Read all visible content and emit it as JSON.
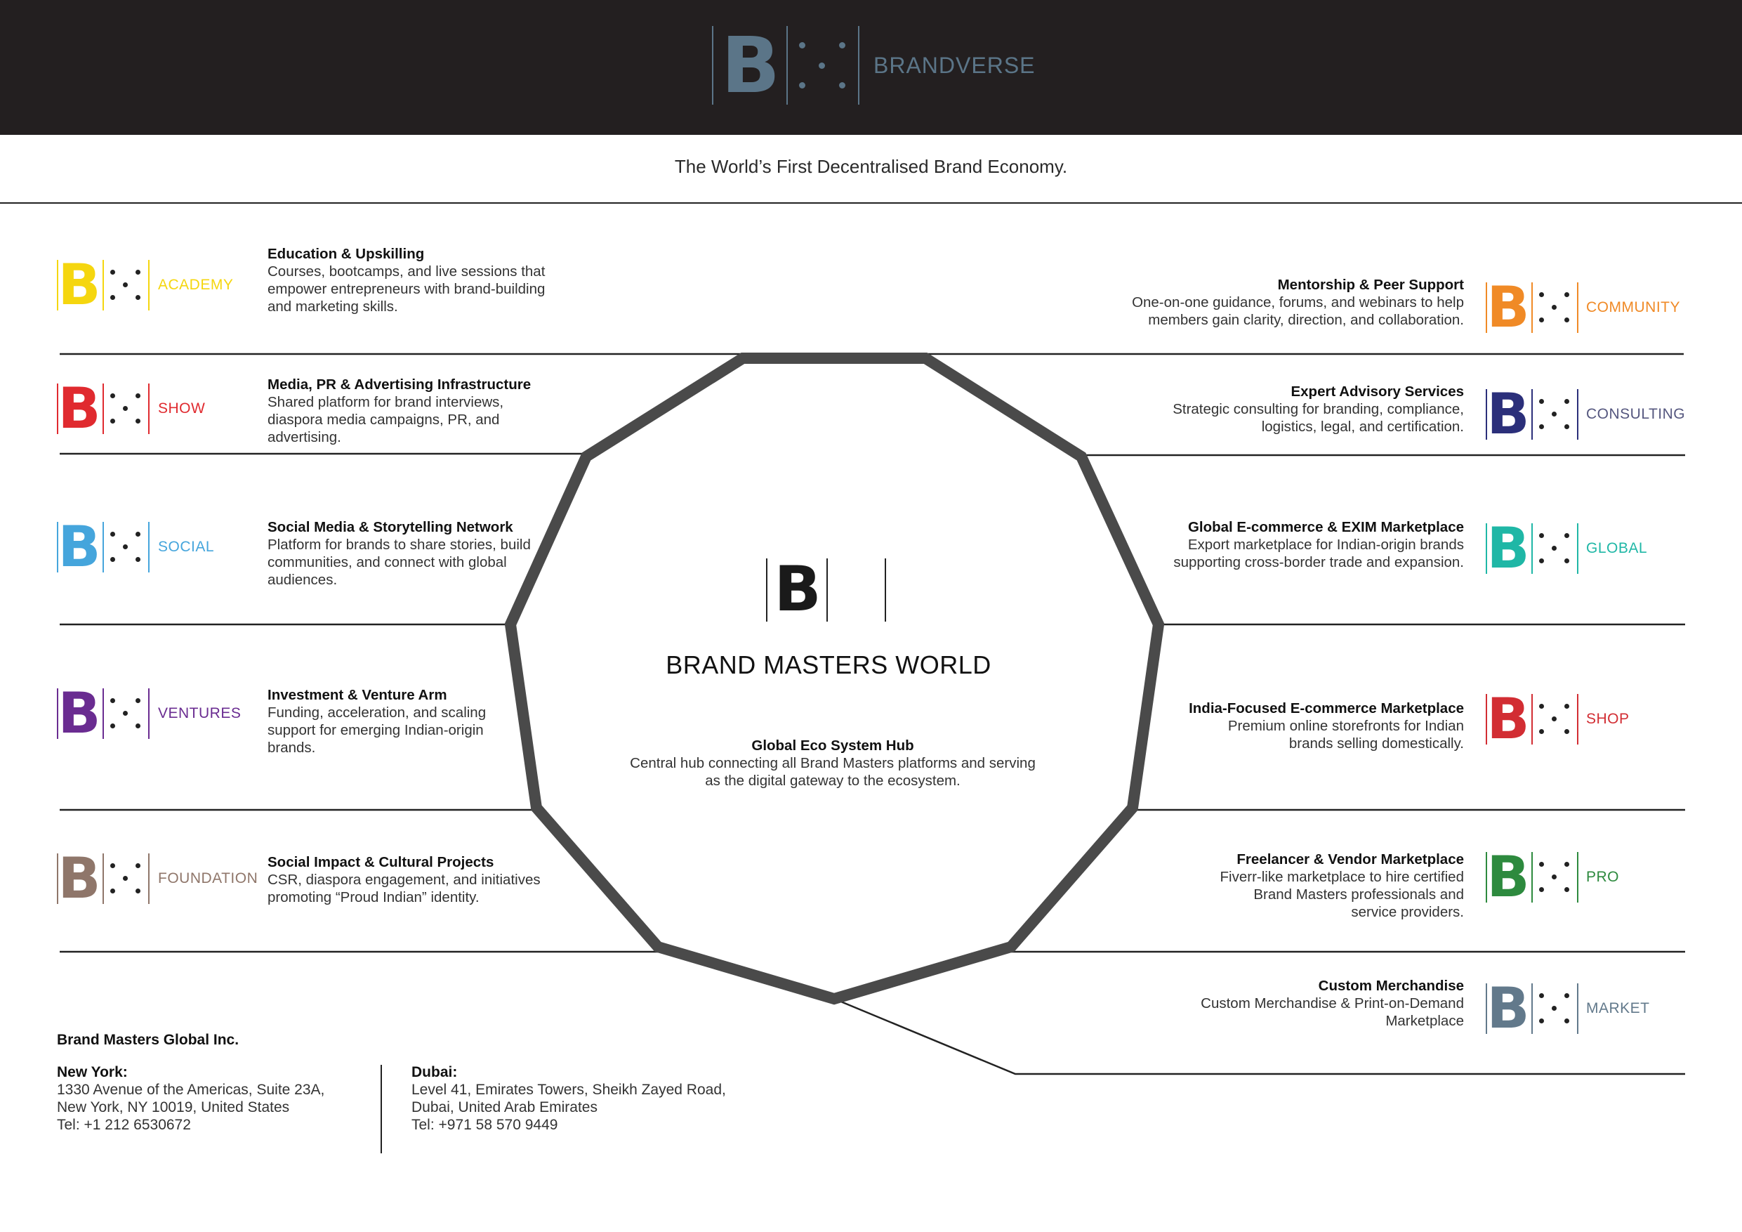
{
  "header": {
    "brand_letter": "B",
    "brand_name": "BRANDVERSE",
    "brand_color": "#5b7588"
  },
  "tagline": "The World’s First Decentralised Brand Economy.",
  "center": {
    "letter": "B",
    "title": "BRAND MASTERS WORLD",
    "hub_title": "Global Eco System Hub",
    "hub_desc": "Central hub connecting all Brand Masters platforms and serving as the digital gateway to the ecosystem."
  },
  "left_units": [
    {
      "key": "academy",
      "name": "ACADEMY",
      "color": "#f5d60f",
      "title": "Education & Upskilling",
      "desc": "Courses, bootcamps, and live sessions that empower entrepreneurs with brand-building and marketing skills."
    },
    {
      "key": "show",
      "name": "SHOW",
      "color": "#e02a2f",
      "title": "Media, PR & Advertising Infrastructure",
      "desc": "Shared platform for brand interviews, diaspora media campaigns, PR, and advertising."
    },
    {
      "key": "social",
      "name": "SOCIAL",
      "color": "#45a5dc",
      "title": "Social Media & Storytelling Network",
      "desc": "Platform for brands to share stories, build communities, and connect with global audiences."
    },
    {
      "key": "ventures",
      "name": "VENTURES",
      "color": "#6a2c91",
      "title": "Investment & Venture Arm",
      "desc": "Funding, acceleration, and scaling support for emerging Indian-origin brands."
    },
    {
      "key": "foundation",
      "name": "FOUNDATION",
      "color": "#8f766a",
      "title": "Social Impact & Cultural Projects",
      "desc": "CSR, diaspora engagement, and initiatives promoting “Proud Indian” identity."
    }
  ],
  "right_units": [
    {
      "key": "community",
      "name": "COMMUNITY",
      "color": "#f08a26",
      "title": "Mentorship & Peer Support",
      "desc": "One-on-one guidance, forums, and webinars to help members gain clarity, direction, and collaboration."
    },
    {
      "key": "consulting",
      "name": "CONSULTING",
      "color": "#2b2f7a",
      "title": "Expert Advisory Services",
      "desc": "Strategic consulting for branding, compliance, logistics, legal, and certification."
    },
    {
      "key": "global",
      "name": "GLOBAL",
      "color": "#1fb7a6",
      "title": "Global E-commerce & EXIM Marketplace",
      "desc": "Export marketplace for Indian-origin brands supporting cross-border trade and expansion."
    },
    {
      "key": "shop",
      "name": "SHOP",
      "color": "#d22d33",
      "title": "India-Focused E-commerce Marketplace",
      "desc": "Premium online storefronts for Indian brands selling domestically."
    },
    {
      "key": "pro",
      "name": "PRO",
      "color": "#2d8a3e",
      "title": "Freelancer & Vendor Marketplace",
      "desc": "Fiverr-like marketplace to hire certified Brand Masters professionals and service providers."
    },
    {
      "key": "market",
      "name": "MARKET",
      "color": "#62798b",
      "title": "Custom Merchandise",
      "desc": "Custom Merchandise & Print-on-Demand Marketplace"
    }
  ],
  "footer": {
    "company": "Brand Masters Global Inc.",
    "offices": [
      {
        "city": "New York:",
        "line1": "1330 Avenue of the Americas, Suite 23A,",
        "line2": "New York, NY 10019, United States",
        "tel": "Tel: +1 212 6530672"
      },
      {
        "city": "Dubai:",
        "line1": "Level 41, Emirates Towers, Sheikh Zayed Road,",
        "line2": "Dubai, United Arab Emirates",
        "tel": "Tel: +971 58 570 9449"
      }
    ]
  }
}
